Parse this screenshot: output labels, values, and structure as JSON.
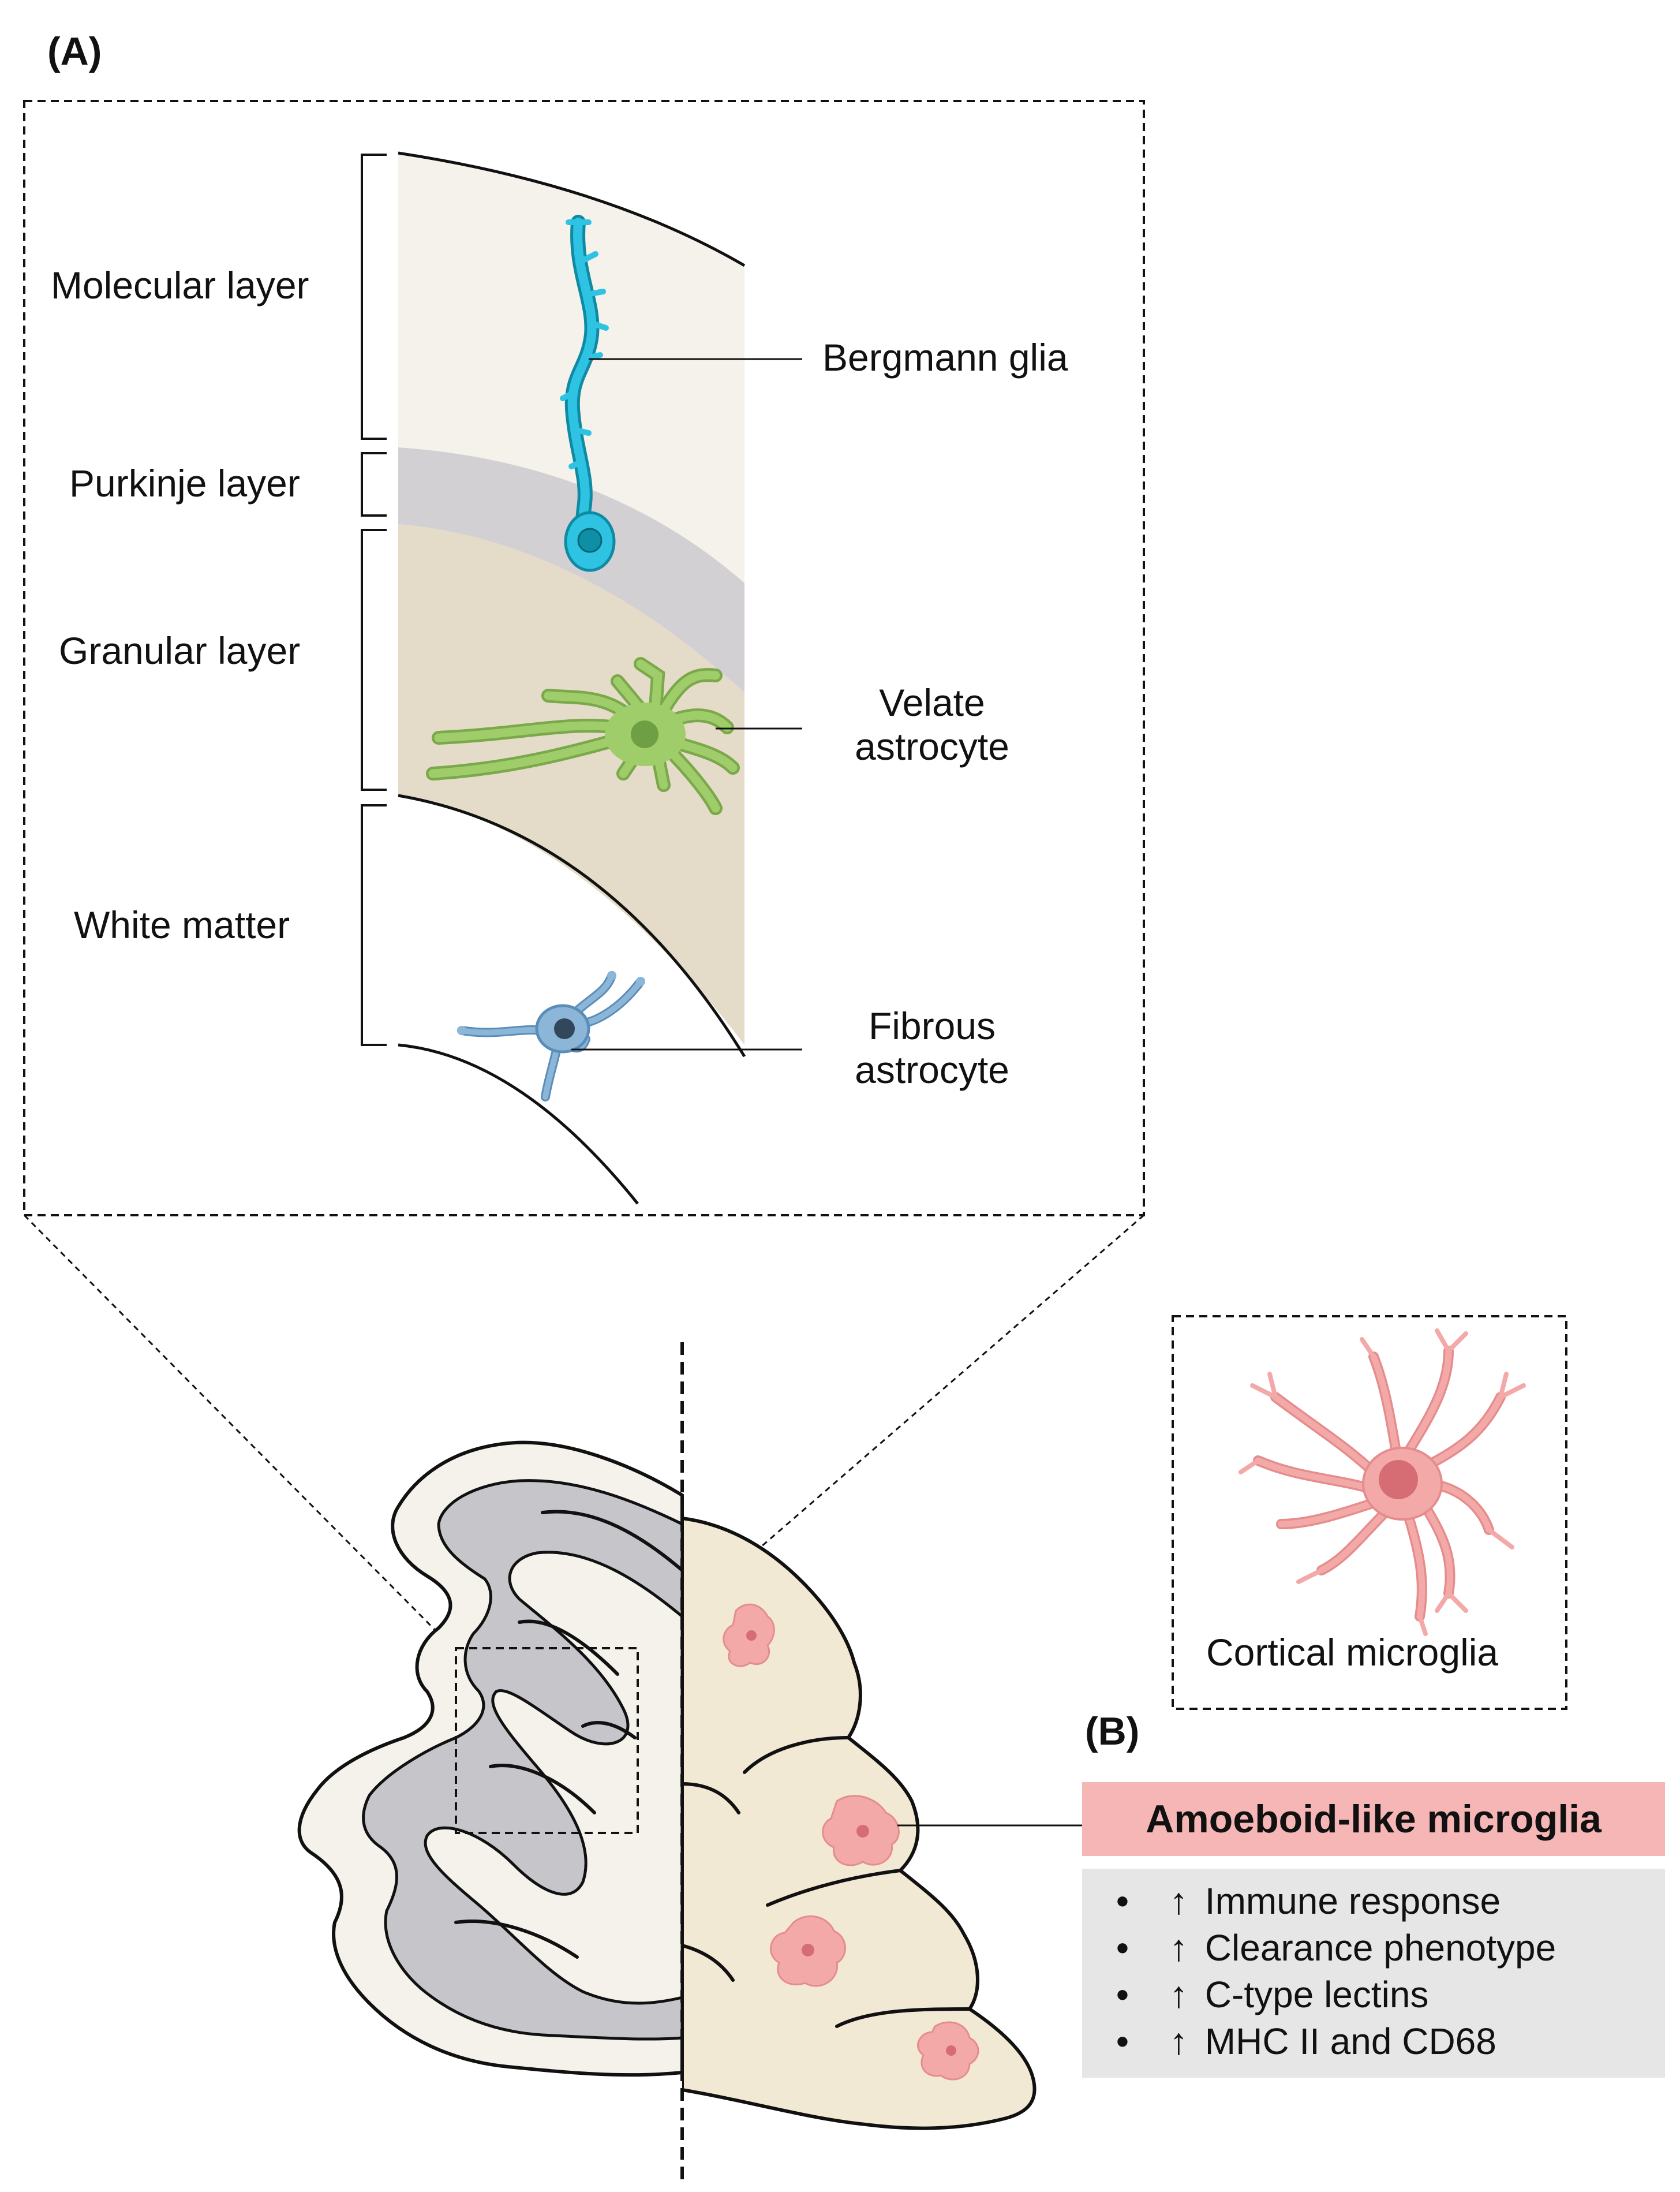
{
  "panel_a": {
    "label": "(A)",
    "layers": {
      "molecular": "Molecular layer",
      "purkinje": "Purkinje layer",
      "granular": "Granular layer",
      "white_matter": "White matter"
    },
    "cells": {
      "bergmann": "Bergmann glia",
      "velate_line1": "Velate",
      "velate_line2": "astrocyte",
      "fibrous_line1": "Fibrous",
      "fibrous_line2": "astrocyte"
    }
  },
  "panel_b": {
    "label": "(B)",
    "cortical_label": "Cortical microglia",
    "amoeboid_title": "Amoeboid-like microglia",
    "bullet_glyph": "•",
    "arrow_glyph": "↑",
    "features": [
      "Immune response",
      "Clearance phenotype",
      "C-type lectins",
      "MHC II and CD68"
    ]
  },
  "colors": {
    "molecular": "#f4f2eb",
    "purkinje": "#d2d0d3",
    "granular": "#e4dcc8",
    "bergmann": "#2fc3e3",
    "velate": "#9fcd6a",
    "fibrous": "#8cb6d8",
    "microglia": "#f4a9a9",
    "amoeboid_bar": "#f7b6b6",
    "list_bg": "#e6e6e6",
    "gray_matter": "#c6c6ca",
    "cream": "#f1e9d3"
  }
}
